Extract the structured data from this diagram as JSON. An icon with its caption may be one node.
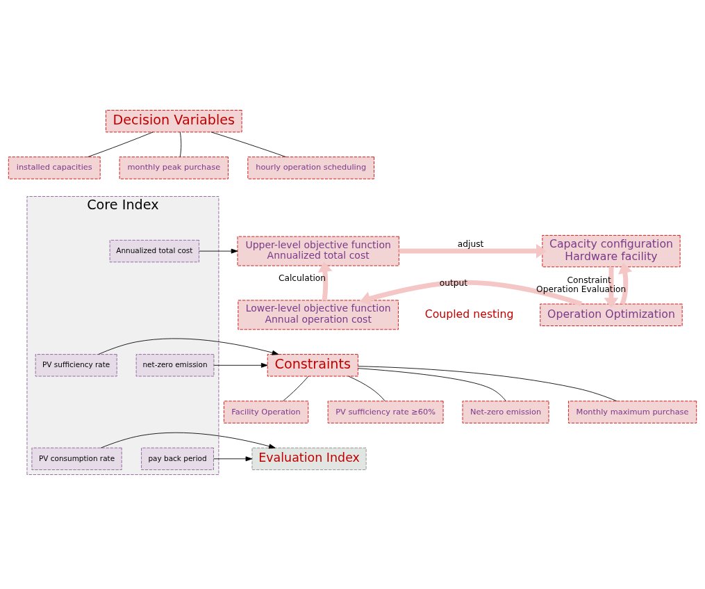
{
  "diagram": {
    "nodes": [
      {
        "text": [
          "Core Index"
        ]
      },
      {
        "text": [
          "Annualized total cost"
        ],
        "in": 0
      },
      {
        "text": [
          "net-zero emission"
        ],
        "in": 0
      },
      {
        "text": [
          "PV sufficiency rate"
        ],
        "in": 0
      },
      {
        "text": [
          "PV consumption rate"
        ],
        "in": 0
      },
      {
        "text": [
          "pay back period"
        ],
        "in": 0
      },
      {
        "text": [
          "Decision Variables"
        ]
      },
      {
        "text": [
          "installed capacities"
        ]
      },
      {
        "text": [
          "hourly operation scheduling"
        ]
      },
      {
        "text": [
          "monthly peak purchase"
        ]
      },
      {
        "text": [
          "Upper-level objective function",
          "Annualized total cost"
        ]
      },
      {
        "text": [
          "Capacity configuration",
          "Hardware facility"
        ]
      },
      {
        "text": [
          "Lower-level objective function",
          "Annual operation cost"
        ]
      },
      {
        "text": [
          "Operation Optimization"
        ]
      },
      {
        "text": [
          "Constraints"
        ]
      },
      {
        "text": [
          "Facility Operation"
        ]
      },
      {
        "text": [
          "Net-zero emission"
        ]
      },
      {
        "text": [
          "PV sufficiency rate ≥60%"
        ]
      },
      {
        "text": [
          "Monthly maximum purchase"
        ]
      },
      {
        "text": [
          "Evaluation Index"
        ]
      }
    ],
    "edges": [
      {
        "from": 6,
        "to": 7,
        "arrow": "none"
      },
      {
        "from": 6,
        "to": 8,
        "arrow": "none"
      },
      {
        "from": 6,
        "to": 9,
        "arrow": "none"
      },
      {
        "from": 1,
        "to": 10,
        "arrow": "to"
      },
      {
        "from": 10,
        "to": 11,
        "arrow": "to",
        "label": "adjust",
        "style": "thick",
        "color": "#f5c6c6"
      },
      {
        "from": 11,
        "to": 13,
        "arrow": "to",
        "label": "Constraint",
        "style": "thick",
        "color": "#f5c6c6"
      },
      {
        "from": 13,
        "to": 11,
        "arrow": "to",
        "label": "Operation Evaluation",
        "style": "thick",
        "color": "#f5c6c6"
      },
      {
        "from": 13,
        "to": 12,
        "arrow": "to",
        "label": "output",
        "style": "thick",
        "color": "#f5c6c6"
      },
      {
        "from": 12,
        "to": 10,
        "arrow": "to",
        "label": "Calculation",
        "style": "thick",
        "color": "#f5c6c6"
      },
      {
        "from": 2,
        "to": 14,
        "arrow": "to"
      },
      {
        "from": 3,
        "to": 14,
        "arrow": "to"
      },
      {
        "from": 4,
        "to": 19,
        "arrow": "to"
      },
      {
        "from": 5,
        "to": 19,
        "arrow": "to"
      },
      {
        "from": 14,
        "to": 15,
        "arrow": "none"
      },
      {
        "from": 14,
        "to": 16,
        "arrow": "none"
      },
      {
        "from": 14,
        "to": 17,
        "arrow": "none"
      },
      {
        "from": 14,
        "to": 18,
        "arrow": "none"
      }
    ],
    "labels": [
      "Coupled nesting"
    ]
  }
}
